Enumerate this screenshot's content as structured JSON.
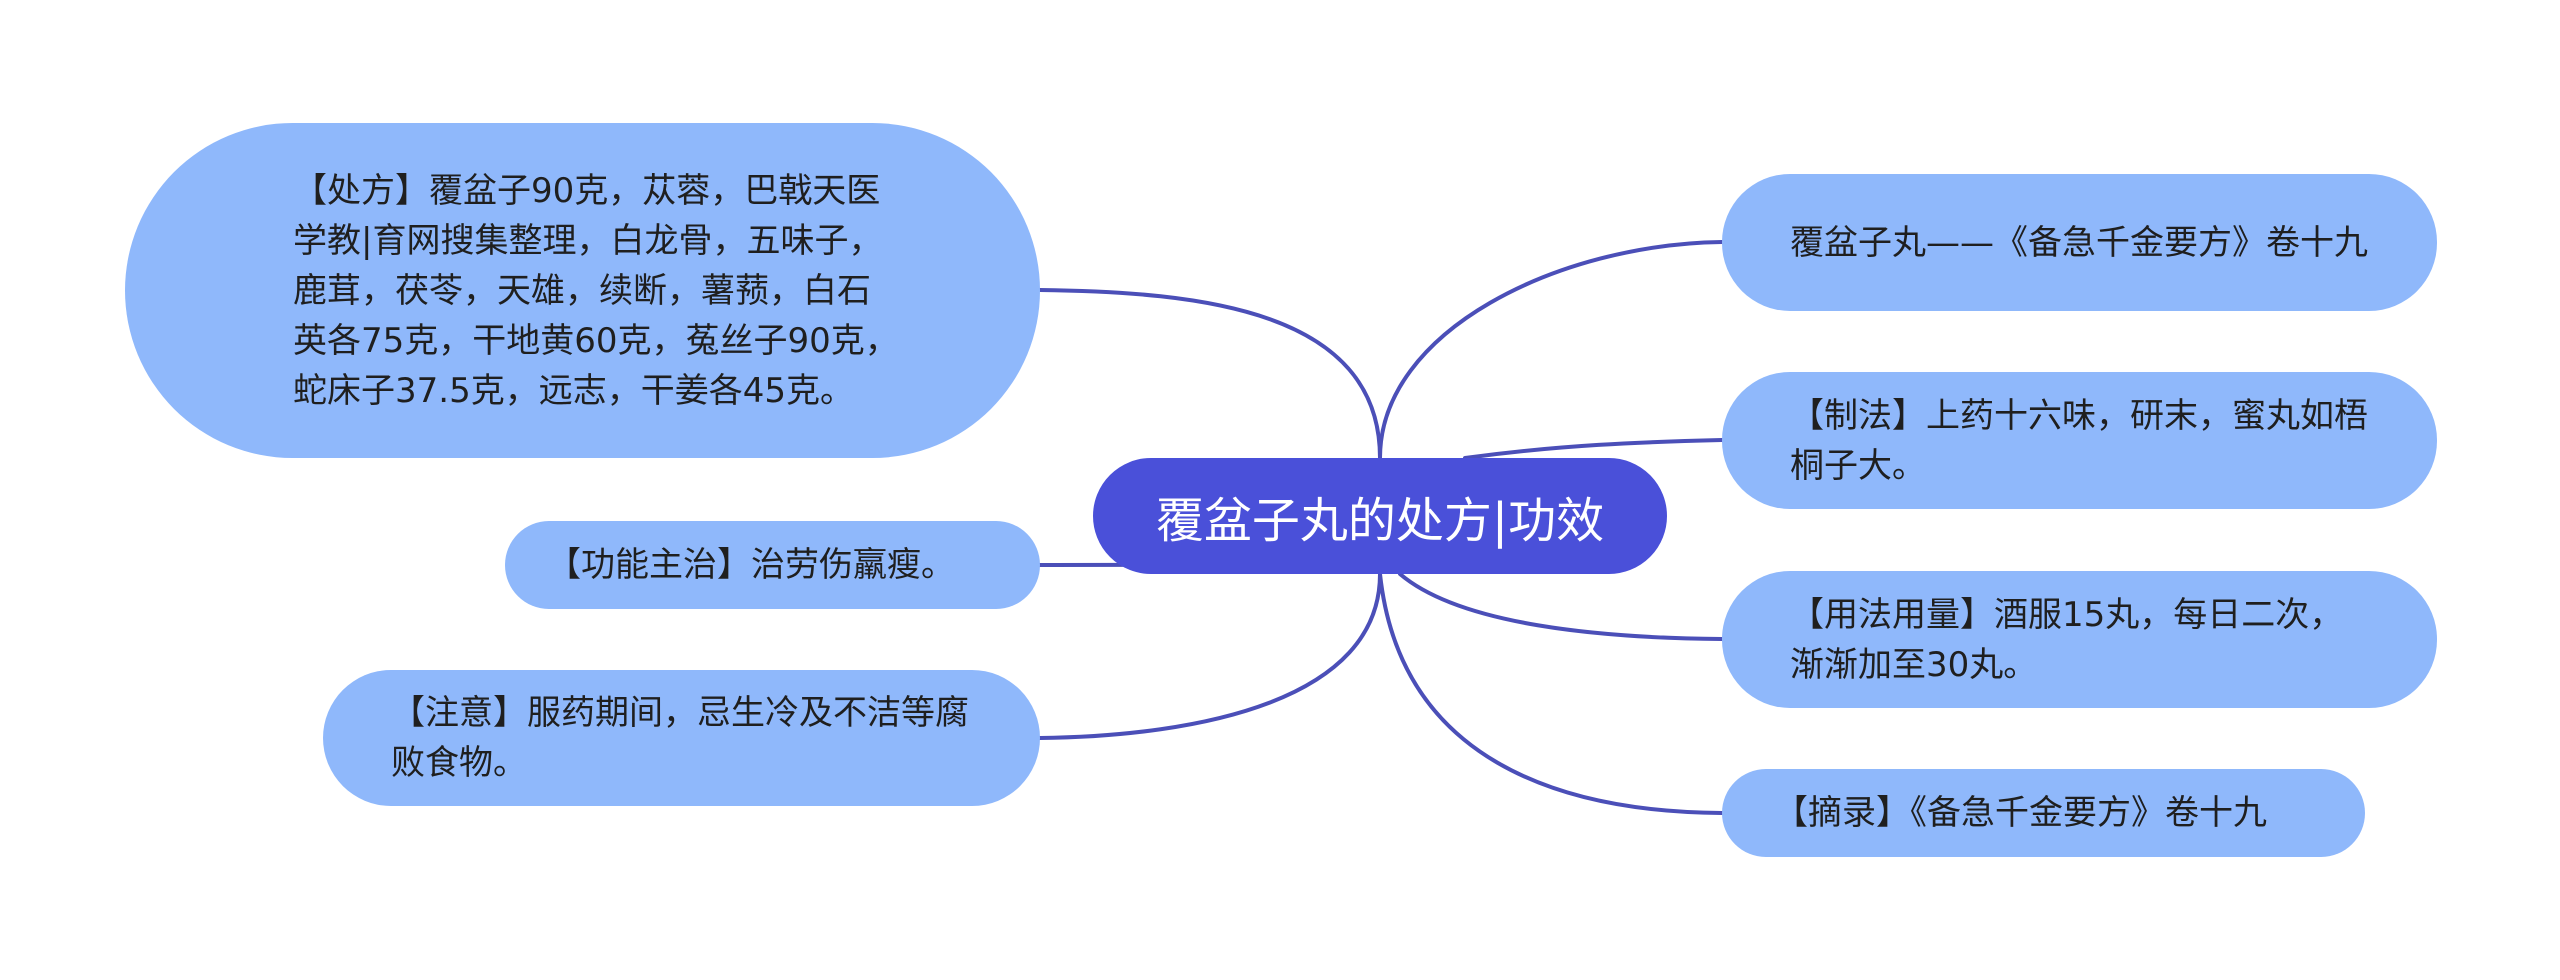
{
  "central": {
    "label": "覆盆子丸的处方|功效"
  },
  "left_topics": [
    {
      "label": "【处方】覆盆子90克，苁蓉，巴戟天医学教|育网搜集整理，白龙骨，五味子，鹿茸，茯苓，天雄，续断，薯蓣，白石英各75克，干地黄60克，菟丝子90克，蛇床子37.5克，远志，干姜各45克。"
    },
    {
      "label": "【功能主治】治劳伤羸瘦。"
    },
    {
      "label": "【注意】服药期间，忌生冷及不洁等腐败食物。"
    }
  ],
  "right_topics": [
    {
      "label": "覆盆子丸——《备急千金要方》卷十九"
    },
    {
      "label": "【制法】上药十六味，研末，蜜丸如梧桐子大。"
    },
    {
      "label": "【用法用量】酒服15丸，每日二次，渐渐加至30丸。"
    },
    {
      "label": "【摘录】《备急千金要方》卷十九"
    }
  ],
  "colors": {
    "central_fill": "#4a50d9",
    "topic_fill": "#8fb8fb",
    "connector": "#4b4fb8",
    "central_text": "#ffffff",
    "topic_text": "#1f1f1f"
  }
}
